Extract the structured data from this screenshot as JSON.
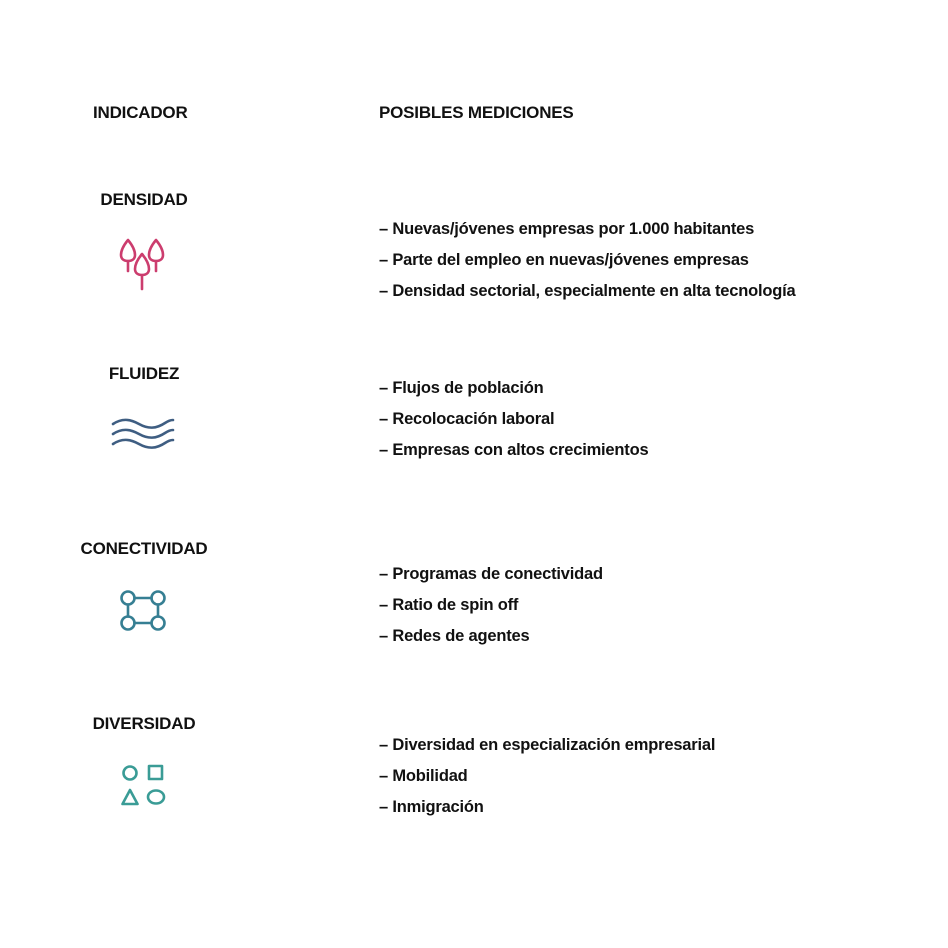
{
  "headers": {
    "indicator": "INDICADOR",
    "measurements": "POSIBLES MEDICIONES"
  },
  "colors": {
    "densidad": "#cc3d6e",
    "fluidez": "#3f5e82",
    "conectividad": "#367f93",
    "diversidad": "#3a9c96"
  },
  "indicators": [
    {
      "name": "DENSIDAD",
      "icon": "seedlings-icon",
      "items": [
        "– Nuevas/jóvenes empresas por 1.000 habitantes",
        "– Parte del empleo en nuevas/jóvenes empresas",
        "– Densidad sectorial, especialmente en alta tecnología"
      ]
    },
    {
      "name": "FLUIDEZ",
      "icon": "waves-icon",
      "items": [
        "– Flujos de población",
        "– Recolocación laboral",
        "– Empresas con altos crecimientos"
      ]
    },
    {
      "name": "CONECTIVIDAD",
      "icon": "connected-nodes-icon",
      "items": [
        "– Programas de conectividad",
        "– Ratio de spin off",
        "– Redes de agentes"
      ]
    },
    {
      "name": "DIVERSIDAD",
      "icon": "shapes-icon",
      "items": [
        "– Diversidad en especialización empresarial",
        "– Mobilidad",
        "– Inmigración"
      ]
    }
  ]
}
